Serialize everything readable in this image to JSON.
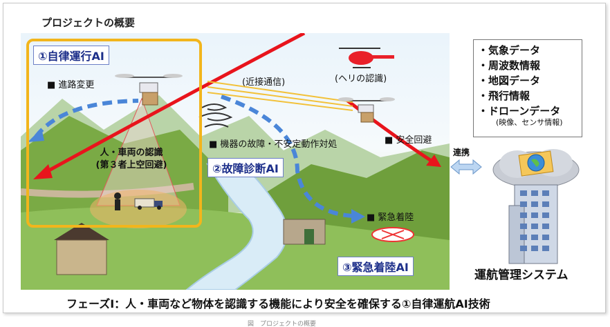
{
  "page_title": "プロジェクトの概要",
  "ai_modules": {
    "autonomous": "①自律運行AI",
    "diagnosis": "②故障診断AI",
    "emergency": "③緊急着陸AI"
  },
  "scene_labels": {
    "route_change": "■ 進路変更",
    "proximity": "(近接通信)",
    "heli": "(ヘリの認識)",
    "equipment": "■ 機器の故障・不安定動作対処",
    "safe_avoid": "■ 安全回避",
    "recognition_line1": "人・車両の認識",
    "recognition_line2": "(第３者上空回避)",
    "emergency_landing": "■ 緊急着陸"
  },
  "link_label": "連携",
  "info_items": [
    "・気象データ",
    "・周波数情報",
    "・地図データ",
    "・飛行情報",
    "・ドローンデータ"
  ],
  "info_sub": "(映像、センサ情報)",
  "system_title": "運航管理システム",
  "caption": "フェーズⅠ：人・車両など物体を認識する機能により安全を確保する①自律運航AI技術",
  "figure_caption": "図　プロジェクトの概要",
  "colors": {
    "red_arrow": "#e8141c",
    "blue_dash": "#4a86d8",
    "yellow_frame": "#f2b51c",
    "ai_text": "#1d2f8a"
  }
}
